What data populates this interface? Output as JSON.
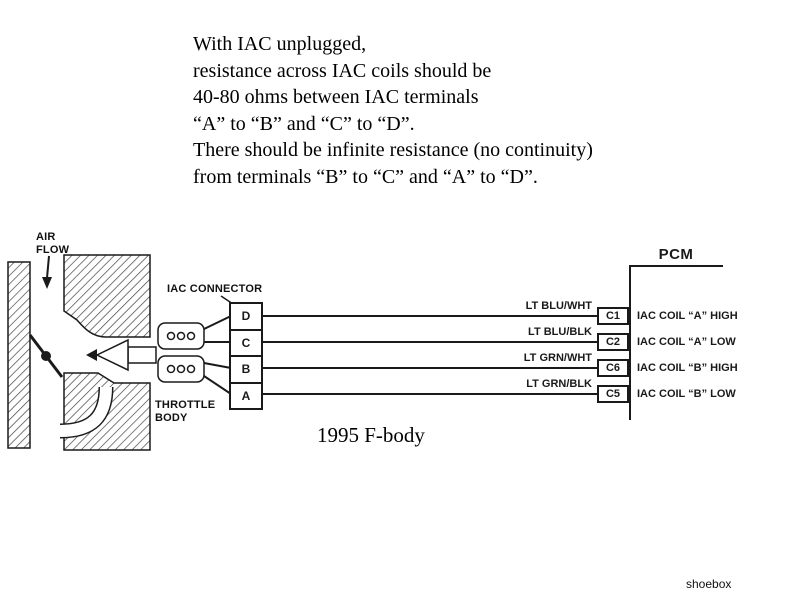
{
  "instructions": {
    "lines": [
      "With IAC unplugged,",
      "resistance across IAC coils should be",
      "40-80 ohms between IAC terminals",
      "“A” to “B” and “C” to “D”.",
      "There should be infinite resistance (no continuity)",
      "from terminals “B” to “C” and “A” to “D”."
    ]
  },
  "diagram": {
    "air_flow_label": "AIR\nFLOW",
    "iac_connector_label": "IAC CONNECTOR",
    "throttle_body_label": "THROTTLE\nBODY",
    "pcm_label": "PCM",
    "connector_terminals": [
      "D",
      "C",
      "B",
      "A"
    ],
    "wires": [
      {
        "color": "LT BLU/WHT",
        "pin": "C1",
        "function": "IAC COIL “A” HIGH"
      },
      {
        "color": "LT BLU/BLK",
        "pin": "C2",
        "function": "IAC COIL “A” LOW"
      },
      {
        "color": "LT GRN/WHT",
        "pin": "C6",
        "function": "IAC COIL “B” HIGH"
      },
      {
        "color": "LT GRN/BLK",
        "pin": "C5",
        "function": "IAC COIL “B” LOW"
      }
    ]
  },
  "caption": "1995 F-body",
  "credit": "shoebox",
  "colors": {
    "ink": "#1a1a1a",
    "background": "#ffffff"
  }
}
